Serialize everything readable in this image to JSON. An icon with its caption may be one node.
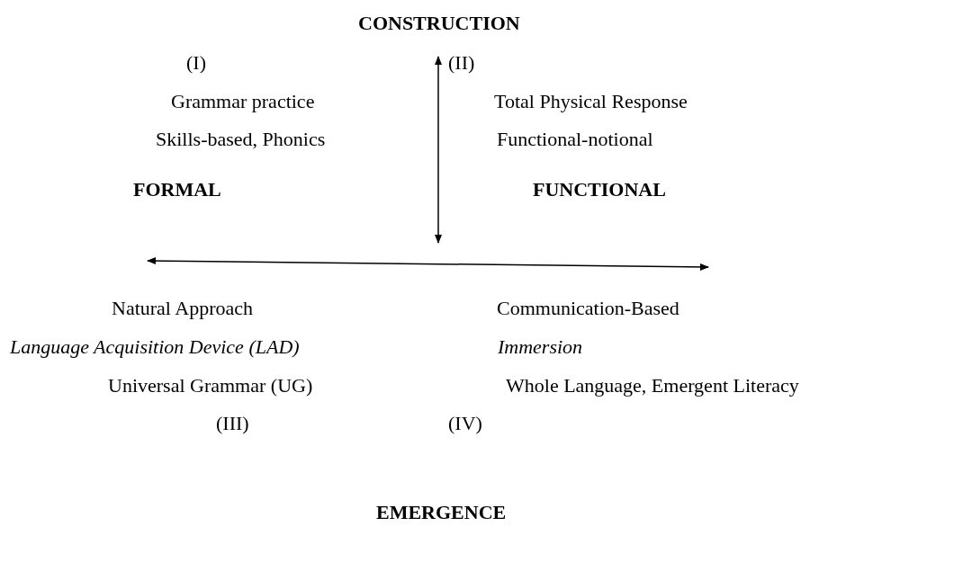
{
  "diagram": {
    "labels": [
      "CONSTRUCTION",
      "(I)",
      "(II)",
      "Grammar practice",
      "Total Physical Response",
      "Skills-based, Phonics",
      "Functional-notional",
      "FORMAL",
      "FUNCTIONAL",
      "Natural Approach",
      "Communication-Based",
      "Language Acquisition Device (LAD)",
      "Immersion",
      "Universal Grammar (UG)",
      "Whole Language, Emergent Literacy",
      "(III)",
      "(IV)",
      "EMERGENCE"
    ]
  }
}
